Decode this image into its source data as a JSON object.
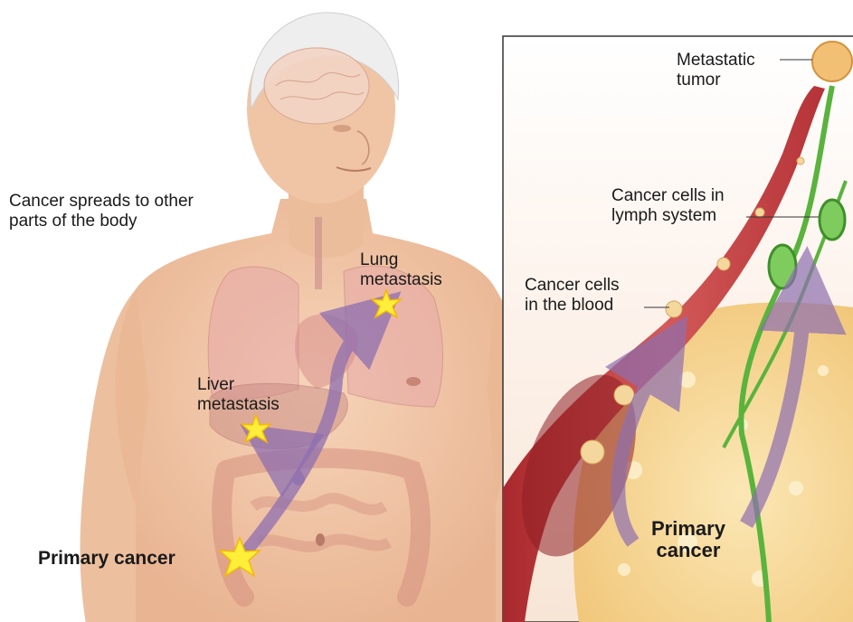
{
  "left_panel": {
    "heading": "Cancer spreads to other\nparts of the body",
    "lung_label": "Lung\nmetastasis",
    "liver_label": "Liver\nmetastasis",
    "primary_label": "Primary cancer"
  },
  "right_panel": {
    "metastatic_tumor_label": "Metastatic\ntumor",
    "lymph_label": "Cancer cells in\nlymph system",
    "blood_label": "Cancer cells\nin the blood",
    "primary_label": "Primary\ncancer"
  },
  "colors": {
    "skin": "#f2c7a4",
    "arrow": "#8e6fb0",
    "star": "#ffef3a",
    "vessel": "#c0393c",
    "lymph": "#59b33d",
    "tissue": "#f6d58c"
  }
}
